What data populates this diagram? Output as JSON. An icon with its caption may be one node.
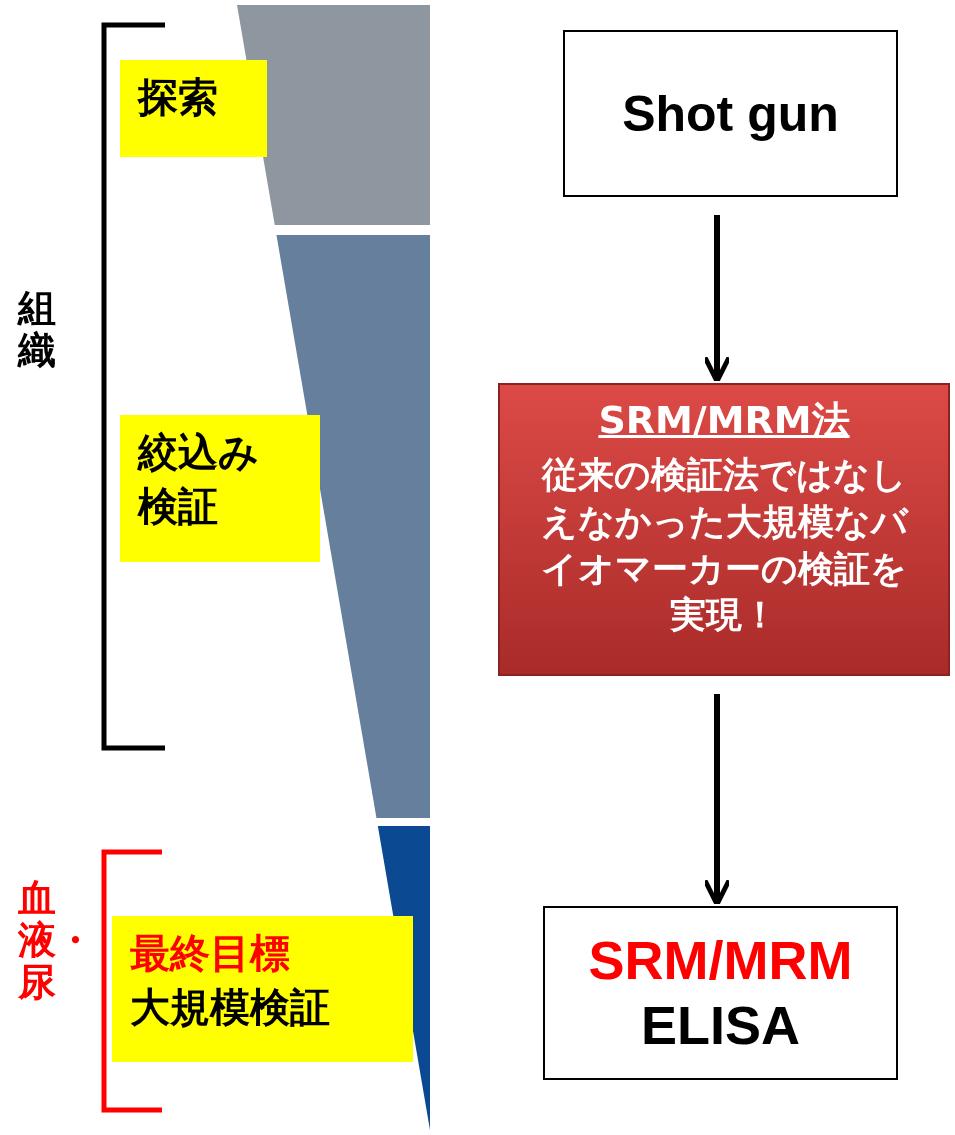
{
  "diagram": {
    "nodes": [
      {
        "text": [
          "探索"
        ]
      },
      {
        "text": [
          "Shot gun"
        ]
      },
      {
        "text": [
          "絞込み検証"
        ]
      },
      {
        "text": [
          "SRM/MRM法",
          "従来の検証法ではなしえなかった大規模なバイオマーカーの検証を実現！"
        ]
      },
      {
        "text": [
          "最終目標",
          "大規模検証"
        ]
      },
      {
        "text": [
          "SRM/MRM",
          "ELISA"
        ]
      }
    ],
    "edges": [
      {
        "from": 1,
        "to": 3,
        "arrow": "to"
      },
      {
        "from": 3,
        "to": 5,
        "arrow": "to"
      }
    ],
    "labels": [
      "組織",
      "血液・尿"
    ]
  }
}
